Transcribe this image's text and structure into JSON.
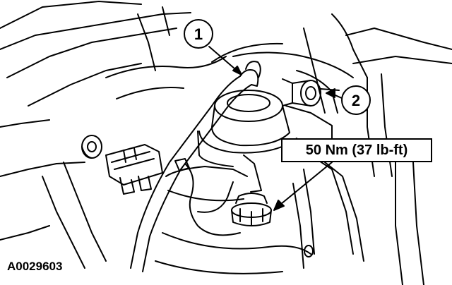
{
  "callouts": [
    {
      "number": "1"
    },
    {
      "number": "2"
    }
  ],
  "torque_label": "50 Nm (37 lb-ft)",
  "figure_id": "A0029603"
}
